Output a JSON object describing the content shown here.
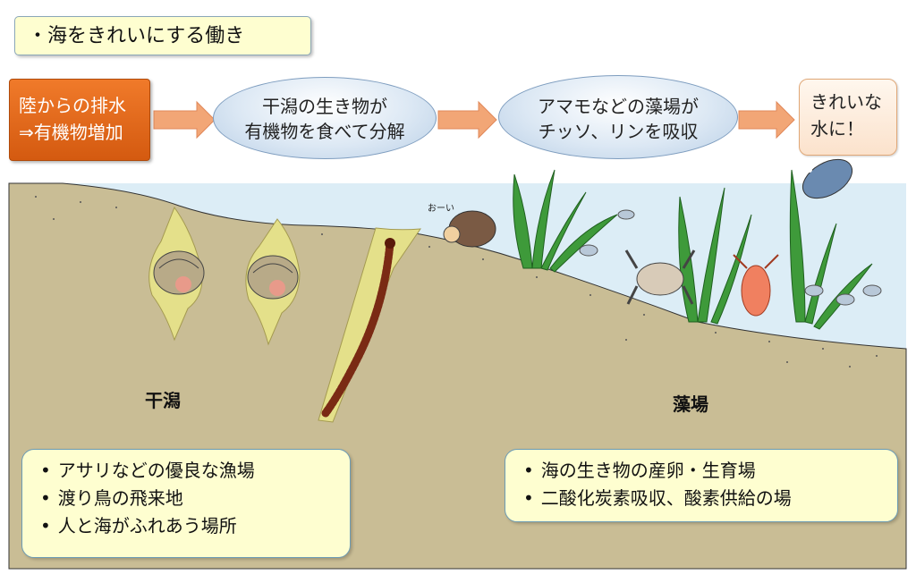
{
  "title": "・海をきれいにする働き",
  "flow": {
    "source": {
      "line1": "陸からの排水",
      "line2": "⇒有機物増加"
    },
    "step1": {
      "line1": "干潟の生き物が",
      "line2": "有機物を食べて分解"
    },
    "step2": {
      "line1": "アマモなどの藻場が",
      "line2": "チッソ、リンを吸収"
    },
    "result": {
      "line1": "きれいな",
      "line2": "水に！"
    }
  },
  "zones": {
    "tidal_flat": "干潟",
    "seagrass_bed": "藻場"
  },
  "clam_speech": "おーい",
  "tidal_flat_box": {
    "items": [
      "アサリなどの優良な漁場",
      "渡り鳥の飛来地",
      "人と海がふれあう場所"
    ]
  },
  "seagrass_box": {
    "items": [
      "海の生き物の産卵・生育場",
      "二酸化炭素吸収、酸素供給の場"
    ]
  },
  "colors": {
    "sand": "#c7bb93",
    "water": "#d8ecf5",
    "seagrass": "#3e9a3a",
    "arrow": "#f0a070",
    "source_box": "#e8701e"
  }
}
